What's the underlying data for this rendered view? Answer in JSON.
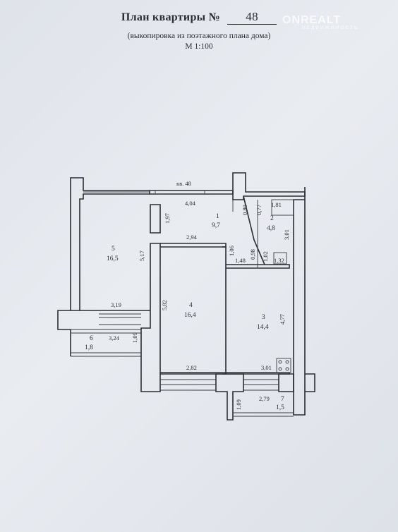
{
  "header": {
    "title": "План квартиры №",
    "apartment_number": "48",
    "subtitle": "(выкопировка из поэтажного плана дома)",
    "scale": "М 1:100"
  },
  "watermark": {
    "brand": "ONREALT",
    "tagline": "НЕДВИЖИМОСТЬ"
  },
  "plan": {
    "apartment_label": "кв. 48",
    "rooms": [
      {
        "num": "1",
        "area": "9,7"
      },
      {
        "num": "2",
        "area": "4,8"
      },
      {
        "num": "3",
        "area": "14,4"
      },
      {
        "num": "4",
        "area": "16,4"
      },
      {
        "num": "5",
        "area": "16,5"
      },
      {
        "num": "6",
        "area": "1,8"
      },
      {
        "num": "7",
        "area": "1,5"
      }
    ],
    "dimensions": {
      "corridor_width": "4,04",
      "corridor_depth": "1,97",
      "door_a": "0,80",
      "door_b": "0,77",
      "bath_width": "1,81",
      "bath_depth": "3,01",
      "room4_width_top": "2,94",
      "partition_a": "1,06",
      "partition_b": "0,98",
      "partition_c": "1,02",
      "hall_width": "1,48",
      "small_a": "1,32",
      "room5_depth": "5,17",
      "room4_depth": "5,82",
      "room3_depth": "4,77",
      "room5_width": "3,19",
      "balcony6_width": "3,24",
      "balcony6_depth": "1,09",
      "room4_width_bottom": "2,82",
      "room3_width_bottom": "3,01",
      "balcony7_depth": "1,09",
      "balcony7_width": "2,79"
    }
  }
}
